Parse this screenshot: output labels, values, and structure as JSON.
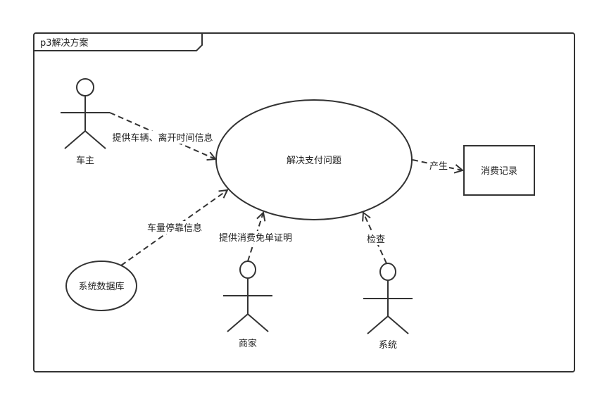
{
  "frame": {
    "title": "p3解决方案"
  },
  "actors": {
    "owner": {
      "label": "车主"
    },
    "merchant": {
      "label": "商家"
    },
    "system": {
      "label": "系统"
    }
  },
  "usecases": {
    "main": {
      "label": "解决支付问题"
    },
    "database": {
      "label": "系统数据库"
    }
  },
  "boxes": {
    "record": {
      "label": "消费记录"
    }
  },
  "edges": {
    "owner_to_main": {
      "label": "提供车辆、离开时间信息"
    },
    "db_to_main": {
      "label": "车量停靠信息"
    },
    "merchant_to_main": {
      "label": "提供消费免单证明"
    },
    "system_to_main": {
      "label": "检查"
    },
    "main_to_record": {
      "label": "产生"
    }
  },
  "colors": {
    "stroke": "#333333",
    "background": "#ffffff",
    "text": "#222222"
  }
}
